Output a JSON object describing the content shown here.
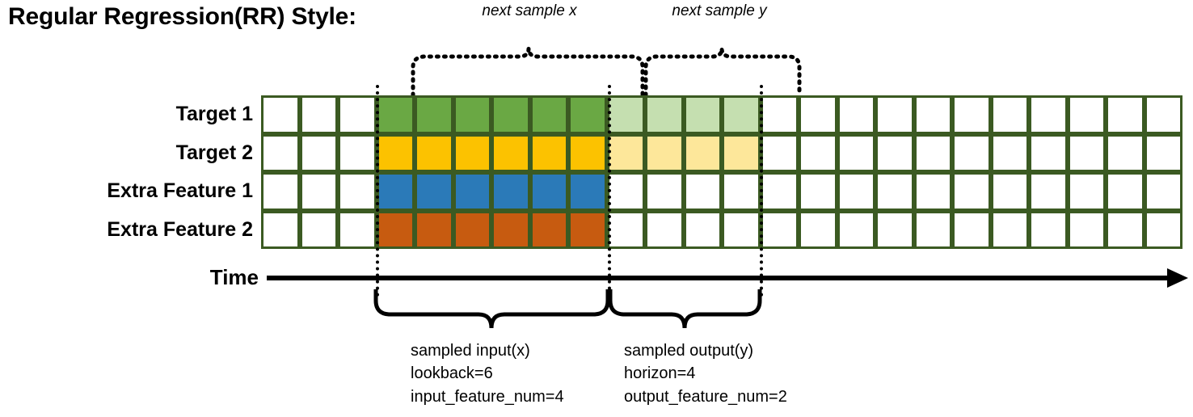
{
  "title": "Regular Regression(RR) Style:",
  "top_labels": {
    "next_x": "next sample x",
    "next_y": "next sample y"
  },
  "row_labels": [
    "Target 1",
    "Target 2",
    "Extra Feature 1",
    "Extra Feature 2"
  ],
  "time_axis": {
    "label": "Time"
  },
  "captions": {
    "input": {
      "line1": "sampled input(x)",
      "line2": "lookback=6",
      "line3": "input_feature_num=4"
    },
    "output": {
      "line1": "sampled output(y)",
      "line2": "horizon=4",
      "line3": "output_feature_num=2"
    }
  },
  "colors": {
    "grid_border": "#3b5a22",
    "target1_strong": "#6aa844",
    "target1_light": "#c5dfb0",
    "target2_strong": "#fcc200",
    "target2_light": "#fde79a",
    "extra1": "#2b7ab8",
    "extra2": "#c75b10",
    "empty": "#ffffff",
    "ink": "#000000"
  },
  "chart_data": {
    "type": "table",
    "title": "Regular Regression(RR) Style:",
    "total_columns": 24,
    "total_rows": 4,
    "lookback": 6,
    "horizon": 4,
    "input_feature_num": 4,
    "output_feature_num": 2,
    "input_window_start_col": 3,
    "input_window_end_col": 8,
    "output_window_start_col": 9,
    "output_window_end_col": 12,
    "rows": [
      {
        "label": "Target 1",
        "fill_strong": "#6aa844",
        "fill_light": "#c5dfb0",
        "cells": [
          "empty",
          "empty",
          "empty",
          "strong",
          "strong",
          "strong",
          "strong",
          "strong",
          "strong",
          "light",
          "light",
          "light",
          "light",
          "empty",
          "empty",
          "empty",
          "empty",
          "empty",
          "empty",
          "empty",
          "empty",
          "empty",
          "empty",
          "empty"
        ]
      },
      {
        "label": "Target 2",
        "fill_strong": "#fcc200",
        "fill_light": "#fde79a",
        "cells": [
          "empty",
          "empty",
          "empty",
          "strong",
          "strong",
          "strong",
          "strong",
          "strong",
          "strong",
          "light",
          "light",
          "light",
          "light",
          "empty",
          "empty",
          "empty",
          "empty",
          "empty",
          "empty",
          "empty",
          "empty",
          "empty",
          "empty",
          "empty"
        ]
      },
      {
        "label": "Extra Feature 1",
        "fill_strong": "#2b7ab8",
        "fill_light": "#ffffff",
        "cells": [
          "empty",
          "empty",
          "empty",
          "strong",
          "strong",
          "strong",
          "strong",
          "strong",
          "strong",
          "empty",
          "empty",
          "empty",
          "empty",
          "empty",
          "empty",
          "empty",
          "empty",
          "empty",
          "empty",
          "empty",
          "empty",
          "empty",
          "empty",
          "empty"
        ]
      },
      {
        "label": "Extra Feature 2",
        "fill_strong": "#c75b10",
        "fill_light": "#ffffff",
        "cells": [
          "empty",
          "empty",
          "empty",
          "strong",
          "strong",
          "strong",
          "strong",
          "strong",
          "strong",
          "empty",
          "empty",
          "empty",
          "empty",
          "empty",
          "empty",
          "empty",
          "empty",
          "empty",
          "empty",
          "empty",
          "empty",
          "empty",
          "empty",
          "empty"
        ]
      }
    ],
    "annotations": [
      {
        "name": "next sample x",
        "position": "top",
        "spans_cols": [
          3,
          8
        ]
      },
      {
        "name": "next sample y",
        "position": "top",
        "spans_cols": [
          9,
          12
        ]
      },
      {
        "name": "sampled input(x)",
        "position": "bottom",
        "spans_cols": [
          3,
          8
        ]
      },
      {
        "name": "sampled output(y)",
        "position": "bottom",
        "spans_cols": [
          9,
          12
        ]
      }
    ]
  }
}
